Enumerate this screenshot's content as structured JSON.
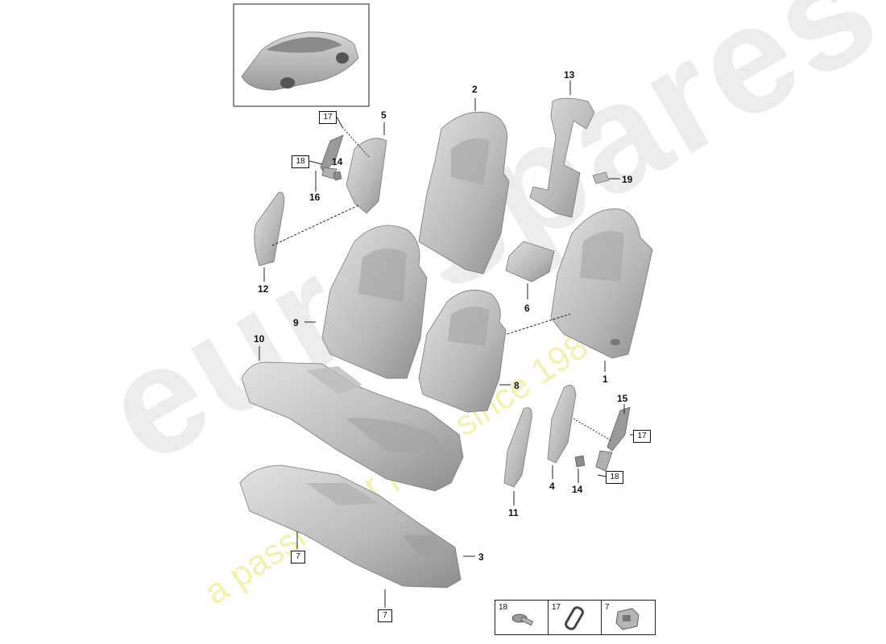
{
  "watermark": {
    "brand": "eurospares",
    "tagline": "a passion for parts since 1985"
  },
  "callouts": {
    "n1": "1",
    "n2": "2",
    "n3": "3",
    "n4": "4",
    "n5": "5",
    "n6": "6",
    "n8": "8",
    "n9": "9",
    "n10": "10",
    "n11": "11",
    "n12": "12",
    "n13": "13",
    "n14a": "14",
    "n14b": "14",
    "n15": "15",
    "n16": "16",
    "n19": "19"
  },
  "boxed": {
    "b17a": "17",
    "b18a": "18",
    "b17b": "17",
    "b18b": "18",
    "b7a": "7",
    "b7b": "7"
  },
  "legend": [
    {
      "num": "18",
      "icon": "bolt-icon"
    },
    {
      "num": "17",
      "icon": "grommet-icon"
    },
    {
      "num": "7",
      "icon": "clip-icon"
    }
  ],
  "colors": {
    "part_fill": "#c9c9c9",
    "part_dark": "#7a7a7a",
    "line": "#222222",
    "watermark": "#ececec",
    "tagline": "#eef0a0"
  }
}
